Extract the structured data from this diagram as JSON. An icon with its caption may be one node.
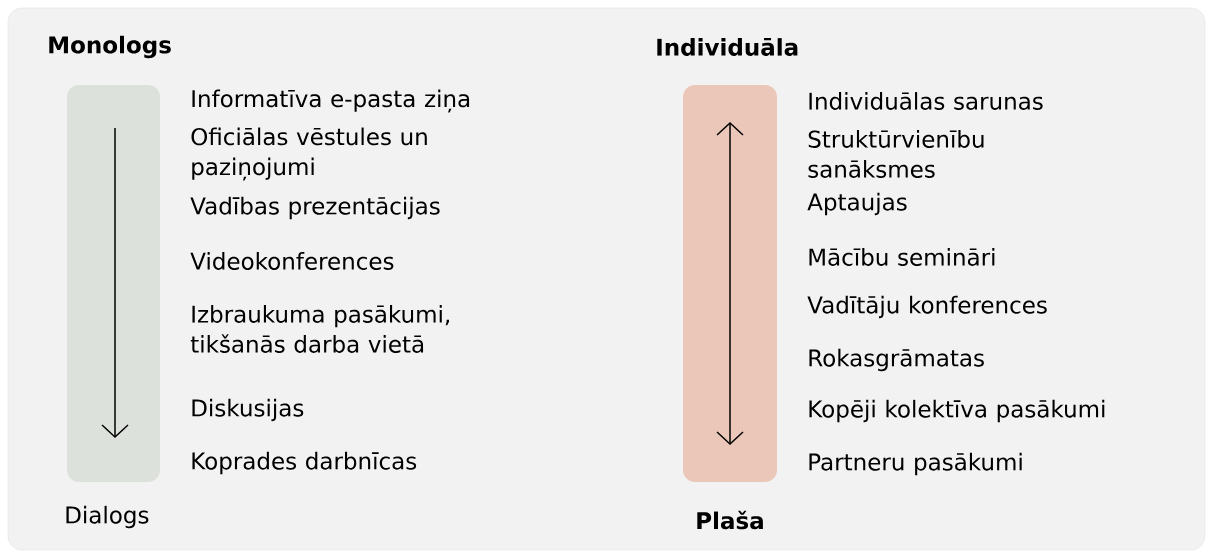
{
  "diagram": {
    "labels": [
      "Monologs",
      "Informatīva e-pasta ziņa",
      "Oficiālas vēstules un paziņojumi",
      "Vadības prezentācijas",
      "Videokonferences",
      "Izbraukuma pasākumi, tikšanās darba vietā",
      "Diskusijas",
      "Koprades darbnīcas",
      "Dialogs",
      "Individuāla",
      "Individuālas sarunas",
      "Struktūrvienību sanāksmes",
      "Aptaujas",
      "Mācību semināri",
      "Vadītāju konferences",
      "Rokasgrāmatas",
      "Kopēji kolektīva pasākumi",
      "Partneru pasākumi",
      "Plaša"
    ]
  }
}
